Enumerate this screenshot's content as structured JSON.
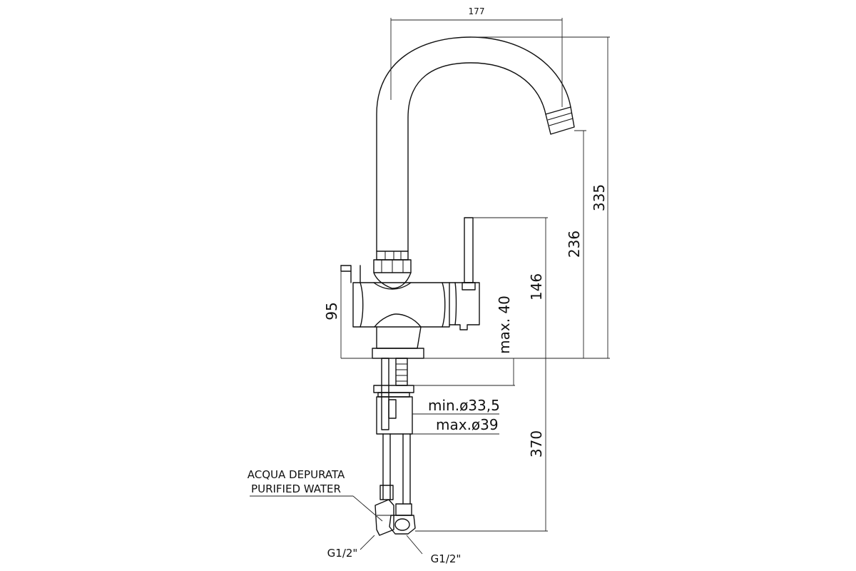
{
  "dimensions": {
    "spout_reach": "177",
    "total_height": "335",
    "spout_height": "236",
    "lever_height": "146",
    "body_height": "95",
    "max_deck": "max. 40",
    "hole_min": "min.ø33,5",
    "hole_max": "max.ø39",
    "hose_length": "370"
  },
  "labels": {
    "purified_it": "ACQUA DEPURATA",
    "purified_en": "PURIFIED WATER",
    "thread_left": "G1/2\"",
    "thread_right": "G1/2\""
  }
}
